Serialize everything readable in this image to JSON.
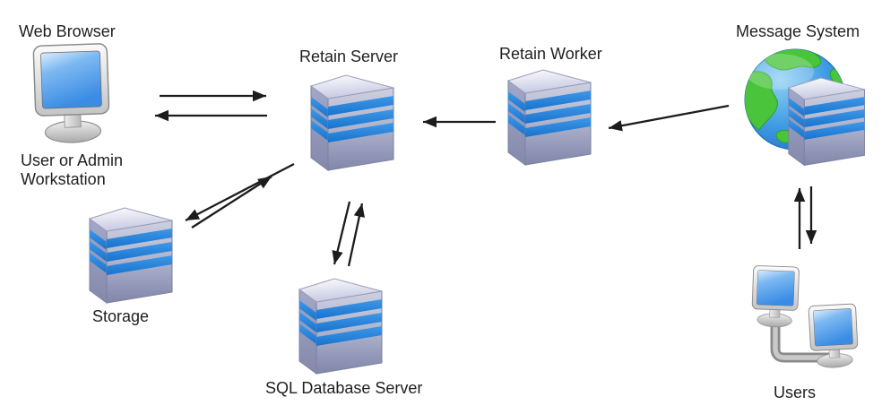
{
  "diagram": {
    "nodes": {
      "web_browser": {
        "label": "Web Browser"
      },
      "workstation": {
        "label_line1": "User or Admin",
        "label_line2": "Workstation"
      },
      "retain_server": {
        "label": "Retain Server"
      },
      "retain_worker": {
        "label": "Retain Worker"
      },
      "message_system": {
        "label": "Message System"
      },
      "storage": {
        "label": "Storage"
      },
      "sql_database_server": {
        "label": "SQL Database Server"
      },
      "users": {
        "label": "Users"
      }
    },
    "edges": [
      {
        "from": "web_browser",
        "to": "retain_server",
        "direction": "bidirectional",
        "style": "two-parallel-arrows"
      },
      {
        "from": "retain_worker",
        "to": "retain_server",
        "direction": "one-way"
      },
      {
        "from": "message_system",
        "to": "retain_worker",
        "direction": "one-way"
      },
      {
        "from": "retain_server",
        "to": "storage",
        "direction": "bidirectional",
        "style": "two-parallel-arrows"
      },
      {
        "from": "retain_server",
        "to": "sql_database_server",
        "direction": "bidirectional",
        "style": "two-parallel-arrows"
      },
      {
        "from": "message_system",
        "to": "users",
        "direction": "bidirectional",
        "style": "two-parallel-arrows"
      }
    ],
    "colors": {
      "background": "#ffffff",
      "label_text": "#1f1f1f",
      "arrow": "#1c1c1c",
      "server_stripe_blue": "#2287de",
      "server_body_lavender": "#b2b6cd",
      "monitor_screen_blue": "#3a8ce4",
      "globe_ocean_blue": "#3f9be4",
      "globe_land_green": "#49c43b"
    }
  }
}
